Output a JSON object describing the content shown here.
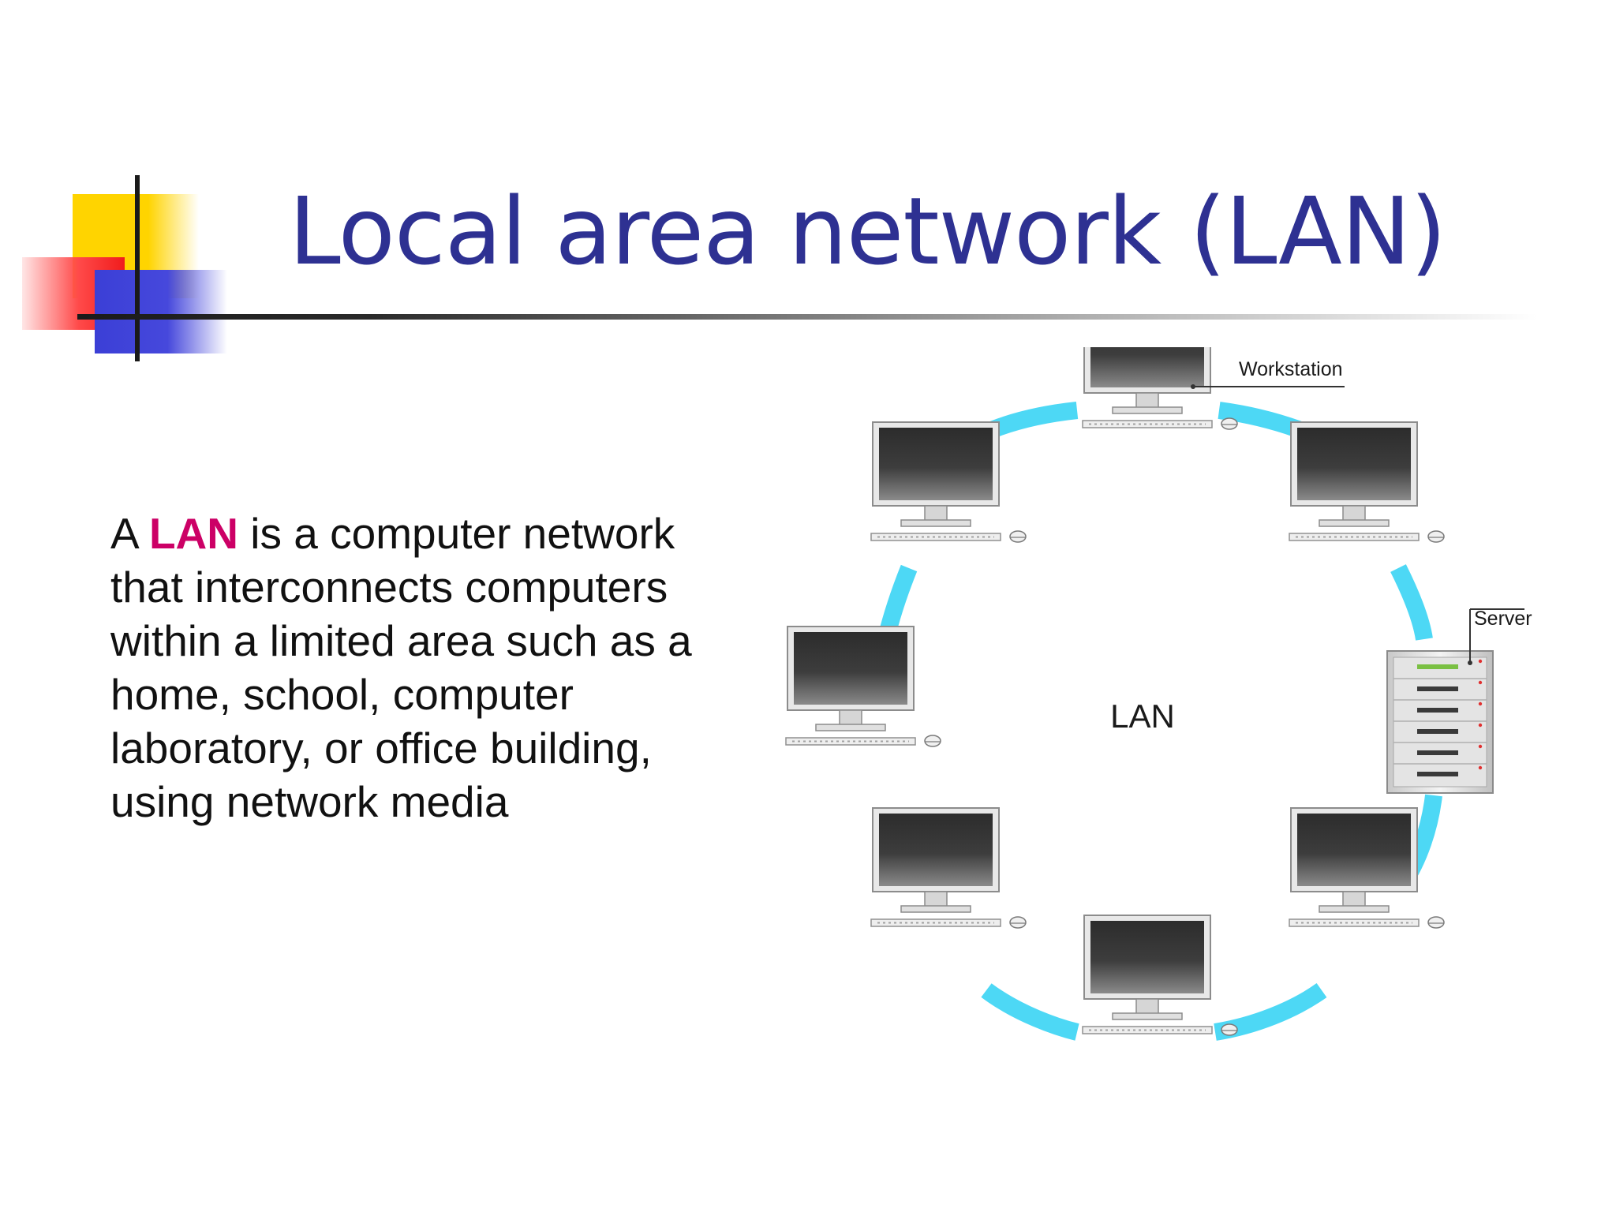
{
  "slide": {
    "title": "Local area network (LAN)",
    "body": {
      "prefix": "A ",
      "highlight": "LAN",
      "suffix": " is a computer network that interconnects computers within a limited area such as a home, school, computer laboratory, or office building, using network media"
    }
  },
  "diagram": {
    "center_label": "LAN",
    "callouts": {
      "workstation": "Workstation",
      "server": "Server"
    },
    "colors": {
      "ring": "#4dd8f5",
      "title": "#2e3192",
      "highlight": "#cc0066"
    }
  }
}
